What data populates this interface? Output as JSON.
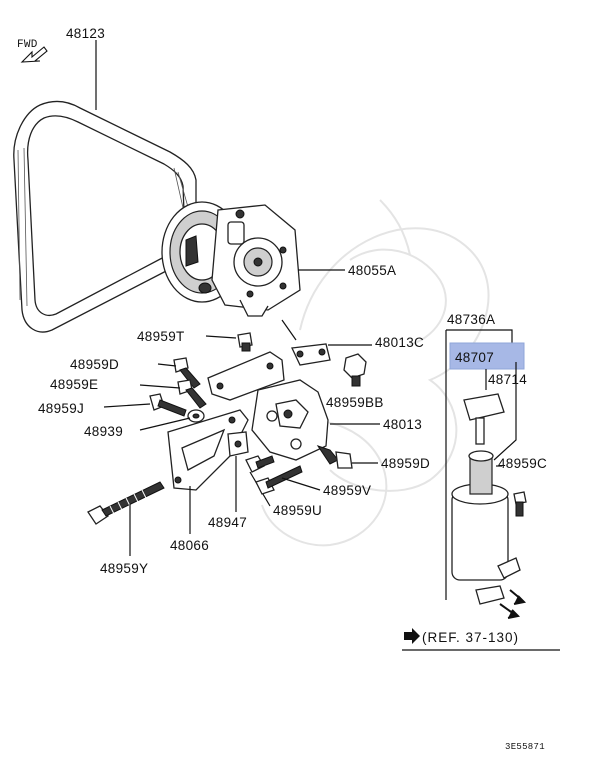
{
  "fwd_label": "FWD",
  "parts": {
    "p48123": "48123",
    "p48055A": "48055A",
    "p48959T": "48959T",
    "p48013C": "48013C",
    "p48959D_a": "48959D",
    "p48959E": "48959E",
    "p48959J": "48959J",
    "p48939": "48939",
    "p48959BB": "48959BB",
    "p48013": "48013",
    "p48959D_b": "48959D",
    "p48959V": "48959V",
    "p48947": "48947",
    "p48959U": "48959U",
    "p48066": "48066",
    "p48959Y": "48959Y",
    "p48736A": "48736A",
    "p48707": "48707",
    "p48714": "48714",
    "p48959C": "48959C"
  },
  "ref_label": "(REF. 37-130)",
  "diagram_code": "3E55871",
  "colors": {
    "highlight": "#8fa6d8",
    "highlight_fill": "#a7b8e6",
    "line": "#111111"
  }
}
